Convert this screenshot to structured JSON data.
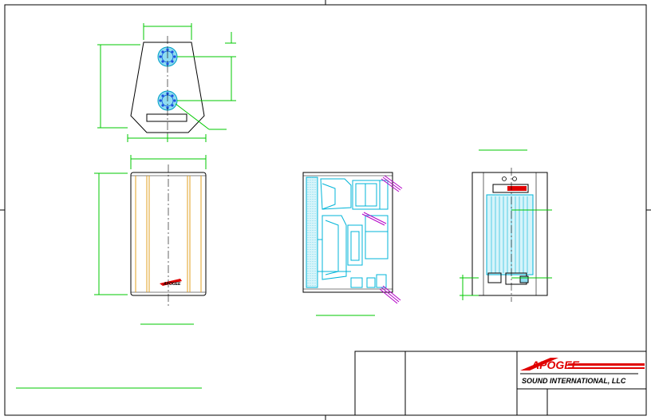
{
  "title_block": {
    "logo_wordmark": "APOGEE",
    "logo_subtitle": "SOUND INTERNATIONAL, LLC"
  },
  "front_view": {
    "badge": "APOGEE"
  },
  "colors": {
    "outline": "#000000",
    "dimension": "#00c800",
    "cyan_detail": "#00b4d8",
    "magenta_detail": "#b400c8",
    "wood_stripe": "#e0a020",
    "blue_fasteners": "#1e6fe0",
    "logo_red": "#e00000"
  }
}
